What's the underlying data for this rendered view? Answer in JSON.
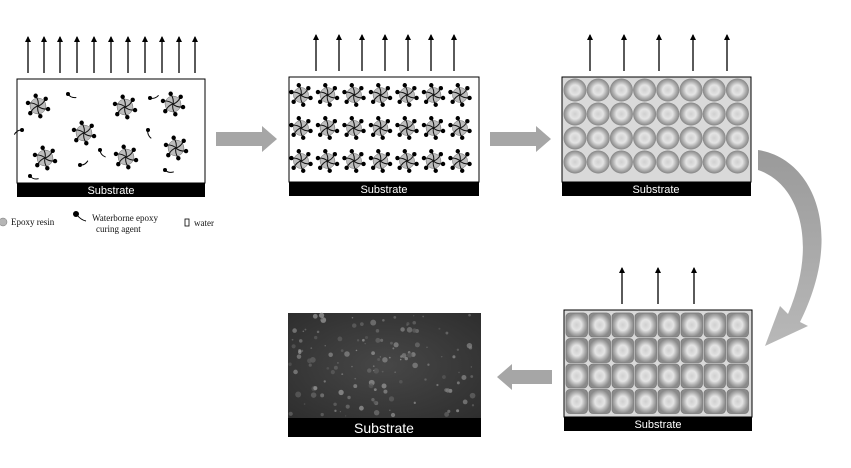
{
  "panels": [
    {
      "id": "dispersion",
      "substrate_label": "Substrate"
    },
    {
      "id": "packing",
      "substrate_label": "Substrate"
    },
    {
      "id": "close-packed",
      "substrate_label": "Substrate"
    },
    {
      "id": "deformation",
      "substrate_label": "Substrate"
    },
    {
      "id": "cured-film",
      "substrate_label": "Substrate"
    }
  ],
  "legend": {
    "epoxy_resin": "Epoxy resin",
    "curing_agent_line1": "Waterborne epoxy",
    "curing_agent_line2": "curing agent",
    "water": "water"
  },
  "colors": {
    "substrate": "#000000",
    "arrow_gray": "#a6a6a6",
    "particle": "#b5b5b5",
    "micrograph": "#3a3a3a"
  }
}
